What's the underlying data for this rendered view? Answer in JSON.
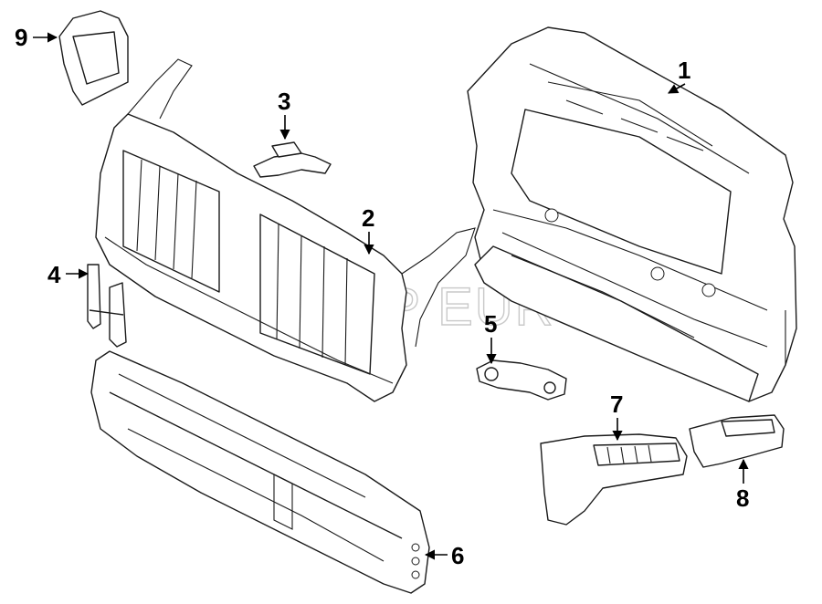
{
  "diagram": {
    "callouts": [
      {
        "id": "1",
        "label": "1"
      },
      {
        "id": "2",
        "label": "2"
      },
      {
        "id": "3",
        "label": "3"
      },
      {
        "id": "4",
        "label": "4"
      },
      {
        "id": "5",
        "label": "5"
      },
      {
        "id": "6",
        "label": "6"
      },
      {
        "id": "7",
        "label": "7"
      },
      {
        "id": "8",
        "label": "8"
      },
      {
        "id": "9",
        "label": "9"
      }
    ],
    "watermark": "FCP EURO",
    "colors": {
      "line": "#1a1a1a",
      "background": "#ffffff",
      "watermark": "#c9c9c9"
    }
  }
}
